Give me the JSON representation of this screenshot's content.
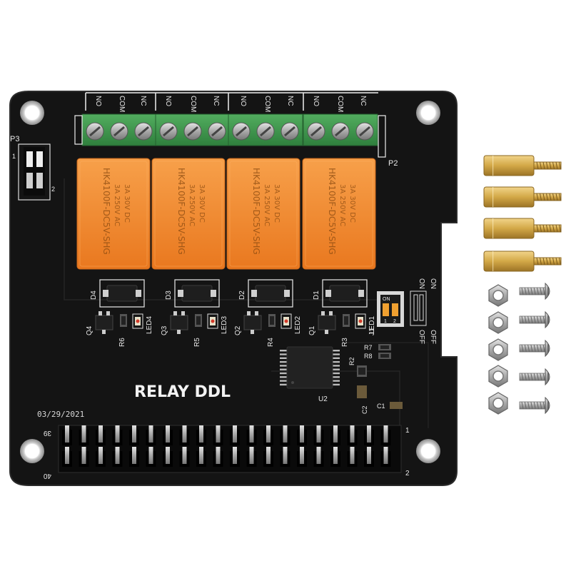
{
  "board": {
    "title": "RELAY DDL",
    "date": "03/29/2021",
    "terminal_labels": [
      "NO",
      "COM",
      "NC"
    ],
    "connector_p3": "P3",
    "connector_p2": "P2",
    "header_pin_39": "39",
    "header_pin_40": "40",
    "header_pin_1": "1",
    "header_pin_2": "2",
    "p3_pin_1": "1",
    "p3_pin_2": "2",
    "relays": [
      {
        "model": "HK4100F-DC5V-SHG",
        "rating1": "3A 250V AC",
        "rating2": "3A 30V DC"
      },
      {
        "model": "HK4100F-DC5V-SHG",
        "rating1": "3A 250V AC",
        "rating2": "3A 30V DC"
      },
      {
        "model": "HK4100F-DC5V-SHG",
        "rating1": "3A 250V AC",
        "rating2": "3A 30V DC"
      },
      {
        "model": "HK4100F-DC5V-SHG",
        "rating1": "3A 250V AC",
        "rating2": "3A 30V DC"
      }
    ],
    "diodes": [
      "D4",
      "D3",
      "D2",
      "D1"
    ],
    "transistors": [
      "Q4",
      "Q3",
      "Q2",
      "Q1"
    ],
    "resistors": [
      "R6",
      "R5",
      "R4",
      "R3"
    ],
    "leds": [
      "LED4",
      "LED3",
      "LED2",
      "LED1"
    ],
    "switch": {
      "label": "J1",
      "on": "ON",
      "off": "OFF",
      "pos1": "1",
      "pos2": "2",
      "tiny_on": "ON"
    },
    "misc": {
      "r7": "R7",
      "r8": "R8",
      "r2": "R2",
      "c2": "C2",
      "c1": "C1",
      "u2": "U2"
    }
  },
  "accessories": {
    "standoffs": 4,
    "nuts": 5,
    "screws": 5
  },
  "colors": {
    "pcb": "#141414",
    "relay": "#f28a2e",
    "terminal": "#3f9a4e",
    "brass": "#d9b45a",
    "steel": "#b8b8b8"
  }
}
